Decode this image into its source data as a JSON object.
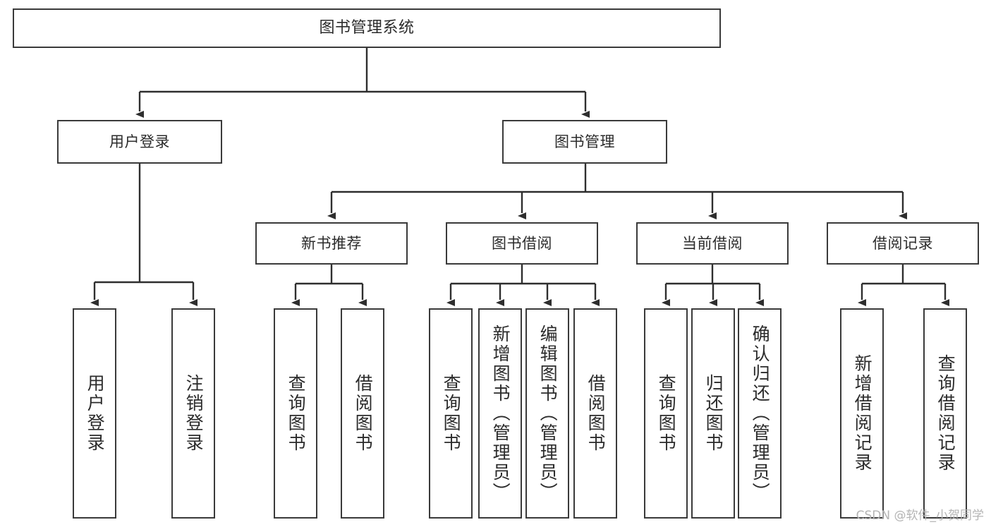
{
  "diagram": {
    "title": "图书管理系统",
    "type": "tree-hierarchy",
    "root": {
      "id": "root",
      "label": "图书管理系统"
    },
    "level2": [
      {
        "id": "user-login",
        "label": "用户登录"
      },
      {
        "id": "book-manage",
        "label": "图书管理"
      }
    ],
    "level3": [
      {
        "id": "new-book-recommend",
        "label": "新书推荐"
      },
      {
        "id": "book-borrow",
        "label": "图书借阅"
      },
      {
        "id": "current-borrow",
        "label": "当前借阅"
      },
      {
        "id": "borrow-record",
        "label": "借阅记录"
      }
    ],
    "leaves": [
      {
        "id": "leaf-user-login",
        "label": "用户登录",
        "parent": "user-login"
      },
      {
        "id": "leaf-logout-login",
        "label": "注销登录",
        "parent": "user-login"
      },
      {
        "id": "leaf-query-book-1",
        "label": "查询图书",
        "parent": "new-book-recommend"
      },
      {
        "id": "leaf-borrow-book-1",
        "label": "借阅图书",
        "parent": "new-book-recommend"
      },
      {
        "id": "leaf-query-book-2",
        "label": "查询图书",
        "parent": "book-borrow"
      },
      {
        "id": "leaf-add-book",
        "label": "新增图书（管理员）",
        "parent": "book-borrow"
      },
      {
        "id": "leaf-edit-book",
        "label": "编辑图书（管理员）",
        "parent": "book-borrow"
      },
      {
        "id": "leaf-borrow-book-2",
        "label": "借阅图书",
        "parent": "book-borrow"
      },
      {
        "id": "leaf-query-book-3",
        "label": "查询图书",
        "parent": "current-borrow"
      },
      {
        "id": "leaf-return-book",
        "label": "归还图书",
        "parent": "current-borrow"
      },
      {
        "id": "leaf-confirm-return",
        "label": "确认归还（管理员）",
        "parent": "current-borrow"
      },
      {
        "id": "leaf-add-record",
        "label": "新增借阅记录",
        "parent": "borrow-record"
      },
      {
        "id": "leaf-query-record",
        "label": "查询借阅记录",
        "parent": "borrow-record"
      }
    ],
    "watermark": "CSDN @软件_小贺同学",
    "colors": {
      "border": "#3a3a3a",
      "text": "#2b2b2b",
      "background": "#ffffff",
      "watermark": "#b4b4b4"
    }
  }
}
